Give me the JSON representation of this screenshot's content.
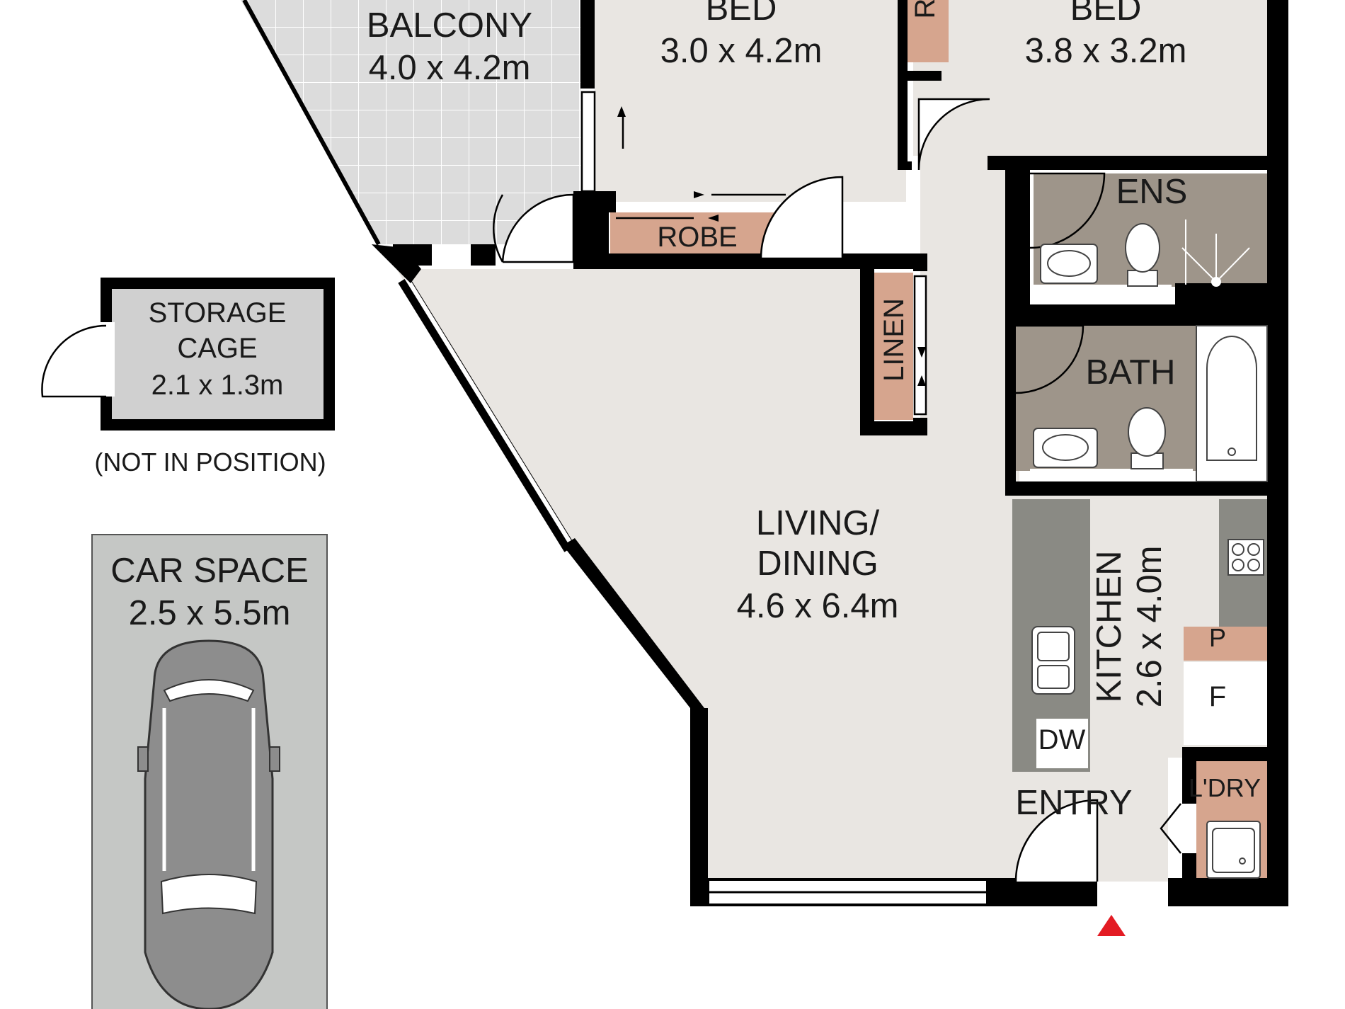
{
  "colors": {
    "wall": "#000000",
    "room_floor": "#e9e6e2",
    "wet_area": "#9e958a",
    "joinery": "#d6a58e",
    "benchtop": "#8a8a84",
    "paving": "#d9d9d9",
    "car_space": "#c5c7c5",
    "entry_marker": "#e31b23"
  },
  "rooms": {
    "balcony": {
      "name": "BALCONY",
      "size": "4.0 x 4.2m"
    },
    "bed1": {
      "name": "BED",
      "size": "3.0 x 4.2m"
    },
    "bed2": {
      "name": "BED",
      "size": "3.8 x 3.2m"
    },
    "robe1": {
      "name": "ROBE"
    },
    "robe2": {
      "name": "R"
    },
    "linen": {
      "name": "LINEN"
    },
    "ensuite": {
      "name": "ENS"
    },
    "bath": {
      "name": "BATH"
    },
    "living": {
      "name_line1": "LIVING/",
      "name_line2": "DINING",
      "size": "4.6 x 6.4m"
    },
    "kitchen": {
      "name": "KITCHEN",
      "size": "2.6 x 4.0m"
    },
    "pantry": {
      "name": "P"
    },
    "fridge": {
      "name": "F"
    },
    "dishwasher": {
      "name": "DW"
    },
    "laundry": {
      "name": "L'DRY"
    },
    "entry": {
      "name": "ENTRY"
    }
  },
  "storage": {
    "name_line1": "STORAGE",
    "name_line2": "CAGE",
    "size": "2.1 x 1.3m",
    "note": "(NOT IN POSITION)"
  },
  "car_space": {
    "name": "CAR SPACE",
    "size": "2.5 x 5.5m"
  },
  "icons": [
    "toilet-icon",
    "basin-icon",
    "shower-icon",
    "bathtub-icon",
    "cooktop-icon",
    "sink-icon",
    "laundry-tub-icon",
    "car-icon",
    "entry-arrow-icon"
  ]
}
